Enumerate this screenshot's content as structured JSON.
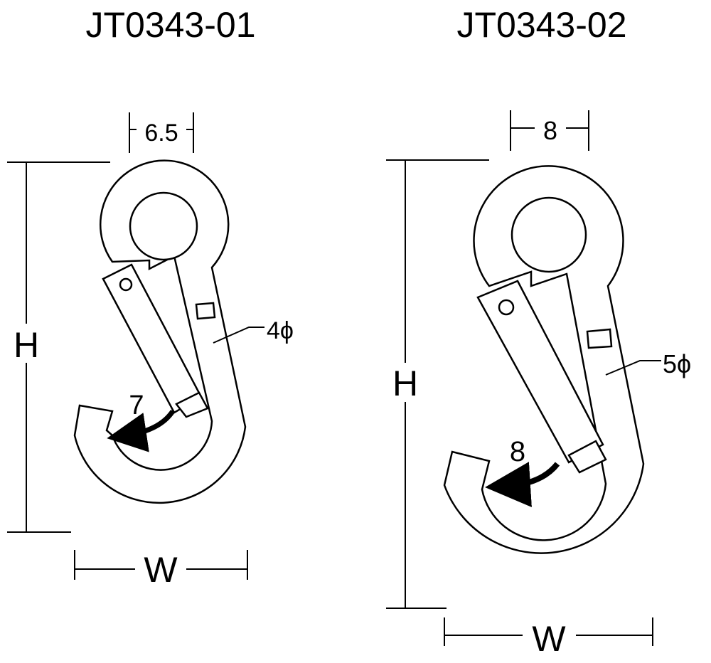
{
  "hooks": [
    {
      "model": "JT0343-01",
      "eye_dim": "6.5",
      "height_label": "H",
      "width_label": "W",
      "wire_dia": "4ϕ",
      "gate_opening": "7"
    },
    {
      "model": "JT0343-02",
      "eye_dim": "8",
      "height_label": "H",
      "width_label": "W",
      "wire_dia": "5ϕ",
      "gate_opening": "8"
    }
  ]
}
